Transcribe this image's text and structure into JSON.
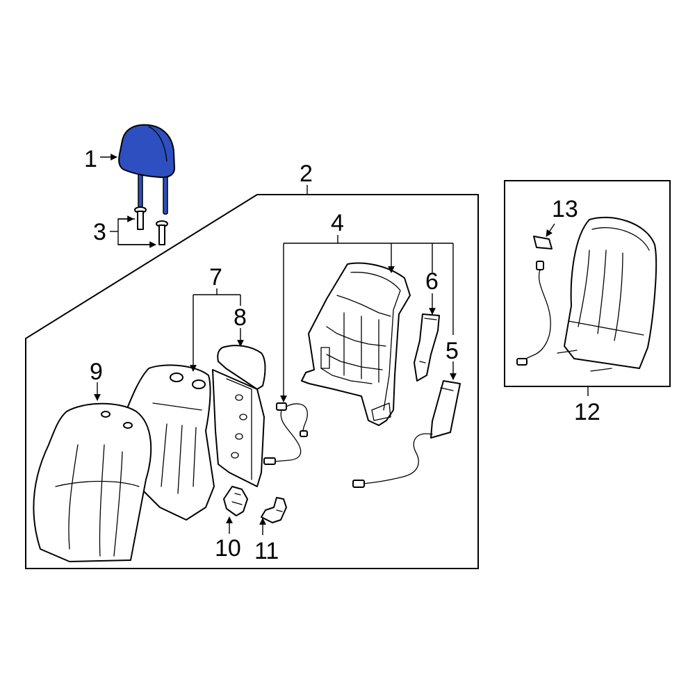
{
  "diagram": {
    "highlight_color": "#2d4fbf",
    "line_color": "#000000",
    "background": "#ffffff",
    "callouts": [
      {
        "id": "1",
        "label": "1"
      },
      {
        "id": "2",
        "label": "2"
      },
      {
        "id": "3",
        "label": "3"
      },
      {
        "id": "4",
        "label": "4"
      },
      {
        "id": "5",
        "label": "5"
      },
      {
        "id": "6",
        "label": "6"
      },
      {
        "id": "7",
        "label": "7"
      },
      {
        "id": "8",
        "label": "8"
      },
      {
        "id": "9",
        "label": "9"
      },
      {
        "id": "10",
        "label": "10"
      },
      {
        "id": "11",
        "label": "11"
      },
      {
        "id": "12",
        "label": "12"
      },
      {
        "id": "13",
        "label": "13"
      }
    ]
  }
}
